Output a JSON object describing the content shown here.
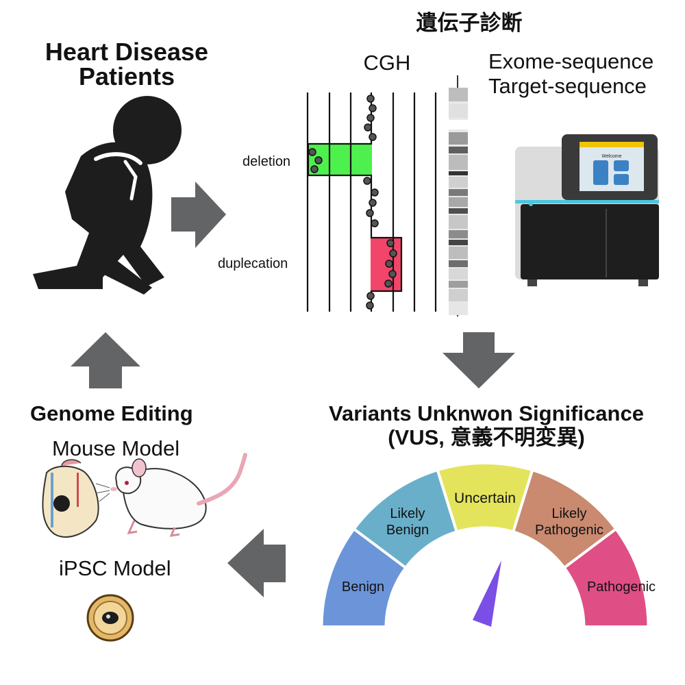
{
  "heart_patients": {
    "line1": "Heart Disease",
    "line2": "Patients"
  },
  "diagnosis": {
    "title": "遺伝子診断",
    "cgh": "CGH",
    "exome_line1": "Exome-sequence",
    "exome_line2": "Target-sequence",
    "deletion": "deletion",
    "duplication": "duplecation",
    "sequencer_screen": "Welcome"
  },
  "vus": {
    "line1": "Variants Unknwon Significance",
    "line2": "(VUS, 意義不明変異)"
  },
  "gauge": {
    "segments": [
      {
        "label": "Benign",
        "color": "#6c95d9"
      },
      {
        "label_l1": "Likely",
        "label_l2": "Benign",
        "color": "#6aafc9"
      },
      {
        "label": "Uncertain",
        "color": "#e3e45c"
      },
      {
        "label_l1": "Likely",
        "label_l2": "Pathogenic",
        "color": "#c98a70"
      },
      {
        "label": "Pathogenic",
        "color": "#df4f86"
      }
    ],
    "needle_color": "#7b4ee6"
  },
  "genome_editing": {
    "title": "Genome Editing",
    "mouse_model": "Mouse Model",
    "ipsc_model": "iPSC Model"
  },
  "colors": {
    "arrow": "#636466",
    "deletion_box": "#4ef04e",
    "duplication_box": "#f2456a"
  }
}
